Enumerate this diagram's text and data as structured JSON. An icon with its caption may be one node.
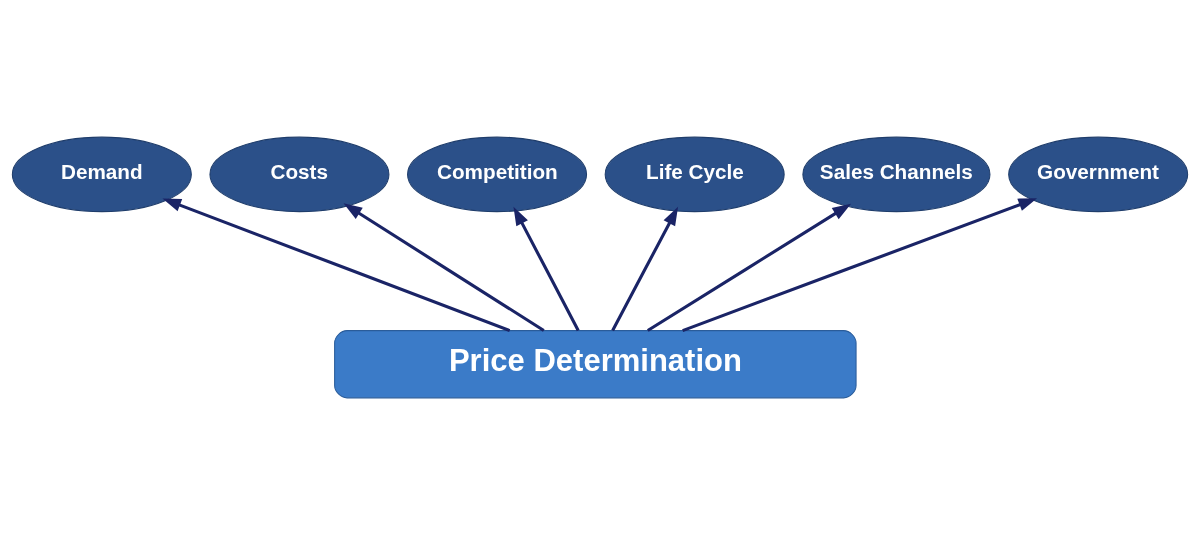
{
  "diagram": {
    "nodes": [
      {
        "text": [
          "Price Determination"
        ]
      },
      {
        "text": [
          "Demand"
        ]
      },
      {
        "text": [
          "Costs"
        ]
      },
      {
        "text": [
          "Competition"
        ]
      },
      {
        "text": [
          "Life Cycle"
        ]
      },
      {
        "text": [
          "Sales Channels"
        ]
      },
      {
        "text": [
          "Government"
        ]
      }
    ],
    "edges": [
      {
        "from": 0,
        "to": 1,
        "arrow": "to"
      },
      {
        "from": 0,
        "to": 2,
        "arrow": "to"
      },
      {
        "from": 0,
        "to": 3,
        "arrow": "to"
      },
      {
        "from": 0,
        "to": 4,
        "arrow": "to"
      },
      {
        "from": 0,
        "to": 5,
        "arrow": "to"
      },
      {
        "from": 0,
        "to": 6,
        "arrow": "to"
      }
    ]
  }
}
